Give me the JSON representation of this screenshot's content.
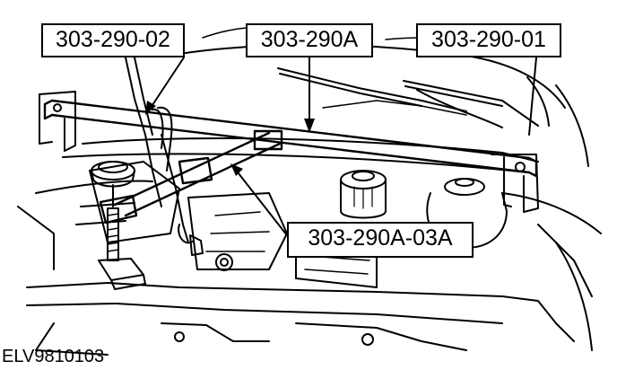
{
  "callouts": {
    "tool_303_290_02": "303-290-02",
    "tool_303_290A": "303-290A",
    "tool_303_290_01": "303-290-01",
    "tool_303_290A_03A": "303-290A-03A"
  },
  "figure_id": "ELV9810103",
  "colors": {
    "ink": "#000000",
    "paper": "#ffffff"
  }
}
